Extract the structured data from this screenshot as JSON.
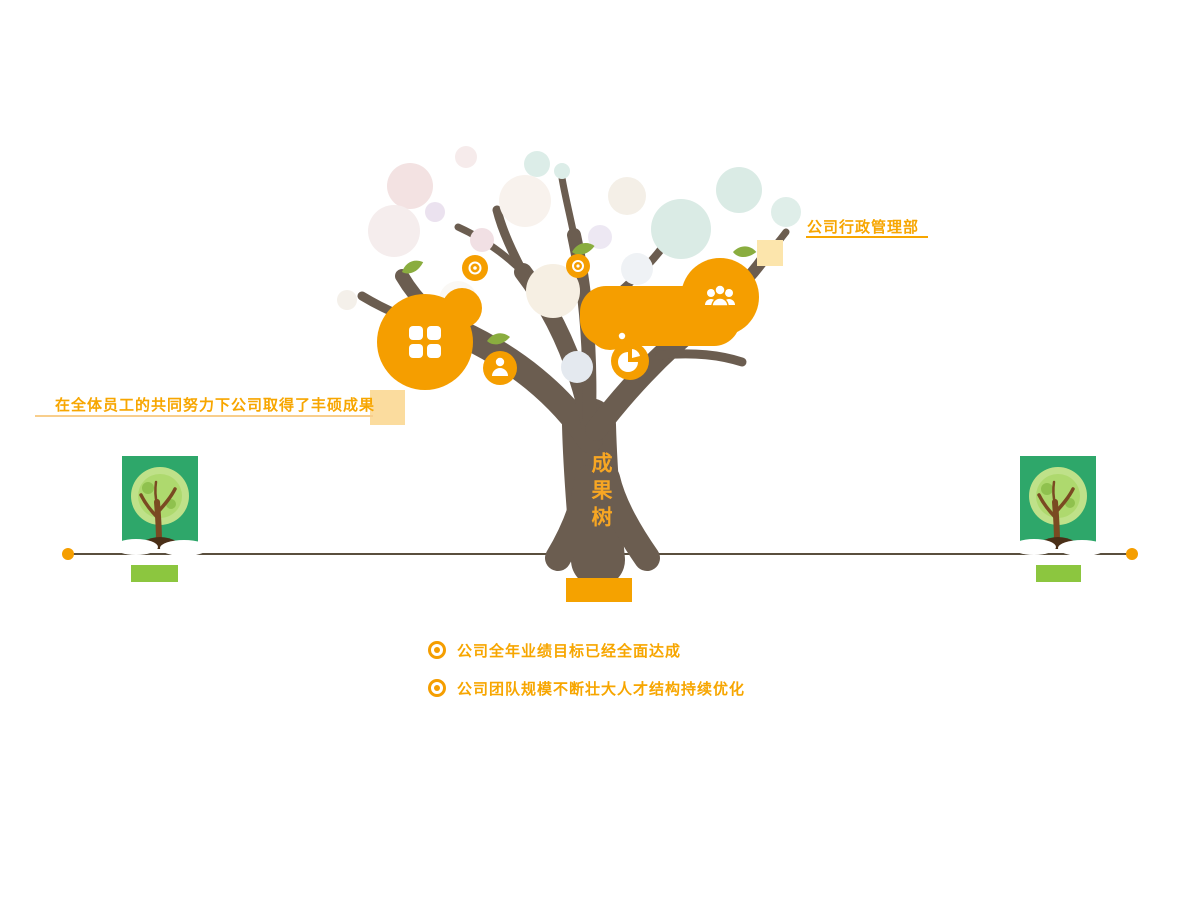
{
  "slide": {
    "trunk_label": "成果树",
    "callouts": {
      "right": "公司行政管理部",
      "left": "在全体员工的共同努力下公司取得了丰硕成果"
    },
    "bullets": [
      "公司全年业绩目标已经全面达成",
      "公司团队规模不断壮大人才结构持续优化"
    ],
    "icons": [
      "grid-icon",
      "users-icon",
      "pie-chart-icon",
      "person-icon",
      "ring-icon",
      "leaf-icon",
      "sapling-tree-icon"
    ],
    "colors": {
      "accent_orange": "#F59E00",
      "orange_text": "#F7A600",
      "trunk_brown": "#6B5D50",
      "pale_square_left": "#FBDC9E",
      "pale_square_right": "#FCE5AC",
      "baseline": "#5A4F3E",
      "green_bar": "#8CC63F",
      "sapling_green": "#2EA76A",
      "crown_green": "#AED96E"
    }
  }
}
